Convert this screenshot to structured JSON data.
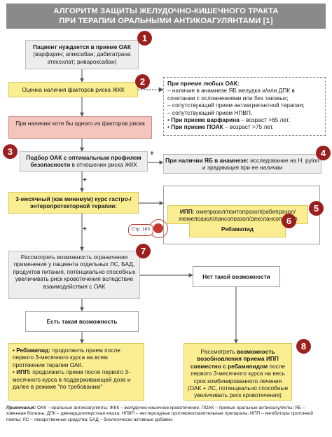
{
  "title": {
    "line1": "АЛГОРИТМ ЗАЩИТЫ ЖЕЛУДОЧНО-КИШЕЧНОГО ТРАКТА",
    "line2": "ПРИ ТЕРАПИИ ОРАЛЬНЫМИ АНТИКОАГУЛЯНТАМИ [1]"
  },
  "steps": {
    "s1": {
      "bold": "Пациент нуждается в приеме ОАК",
      "text": "(варфарин; апиксабан; дабигатрана этексилат; ривароксабан)"
    },
    "s2": {
      "text": "Оценка наличия факторов риска ЖКК"
    },
    "s2b": {
      "text": "При наличии хотя бы одного из факторов риска"
    },
    "s3": {
      "bold": "Подбор ОАК с оптимальным профилем безопасности",
      "text": "в отношении риска ЖКК"
    },
    "s4": {
      "bold": "При наличии ЯБ в анамнезе:",
      "text": "исследование на H. pylori и эрадикация при ее наличии"
    },
    "s5": {
      "bold": "ИПП:",
      "text": "омепразол/пантопразол/рабепразол/эзомепразол/лансопразол/декслансопразол"
    },
    "s5_plus": "+",
    "s6": {
      "text": "Ребамипид"
    },
    "s7": {
      "text": "Рассмотреть возможность ограничения применения у пациента отдельных ЛС, БАД, продуктов питания, потенциально способных увеличивать риск кровотечения вследствие взаимодействия с ОАК"
    },
    "course": {
      "text": "3-месячный (как минимум) курс гастро-/энтеропротекторной терапии:"
    },
    "no_possibility": {
      "text": "Нет такой возможности"
    },
    "possibility": {
      "text": "Есть такая возможность"
    },
    "final_left": {
      "r_bold": "Ребамипид:",
      "r_text": "продолжить прием после первого 3-месячного курса на всем протяжении терапии ОАК.",
      "i_bold": "ИПП:",
      "i_text": "продолжить прием после первого 3-месячного курса в поддерживающей дозе и далее в режиме \"по требованию\""
    },
    "s8": {
      "pre": "Рассмотреть",
      "bold": "возможность возобновления приема ИПП совместно с ребамипидом",
      "post": "после первого 3-месячного курса на весь срок комбинированного лечения (ОАК + ЛС, потенциально способные увеличивать риск кровотечения)"
    }
  },
  "risk_factors": {
    "heading": "При приеме любых ОАК:",
    "items": [
      "наличие в анамнезе ЯБ желудка и/или ДПК в сочетании с осложнениями или без таковых;",
      "сопутствующий прием антиагрегантной терапии;",
      "сопутствующий прием НПВП."
    ],
    "warfarin_bold": "При приеме варфарина",
    "warfarin_text": "– возраст >65 лет.",
    "poak_bold": "При приеме ПОАК",
    "poak_text": "– возраст >75 лет."
  },
  "badges": [
    "1",
    "2",
    "3",
    "4",
    "5",
    "6",
    "7",
    "8"
  ],
  "plus": "+",
  "stamp": "Стр. 163",
  "notes": {
    "label": "Примечания:",
    "text": "ОАК – оральные антикоагулянты; ЖКК – желудочно-кишечное кровотечение; ПОАК – прямые оральные антикоагулянты; ЯБ – язвенная болезнь; ДПК – двенадцатиперстная кишка; НПВП – нестероидные противовоспалительные препараты; ИПП – ингибиторы протонной помпы; ЛС – лекарственные средства; БАД – биологически активные добавки."
  },
  "colors": {
    "title_bg": "#8a8a8a",
    "badge": "#9b1f1d",
    "yellow": "#fbee92",
    "pink": "#f3c5bd",
    "gray": "#ededed"
  }
}
